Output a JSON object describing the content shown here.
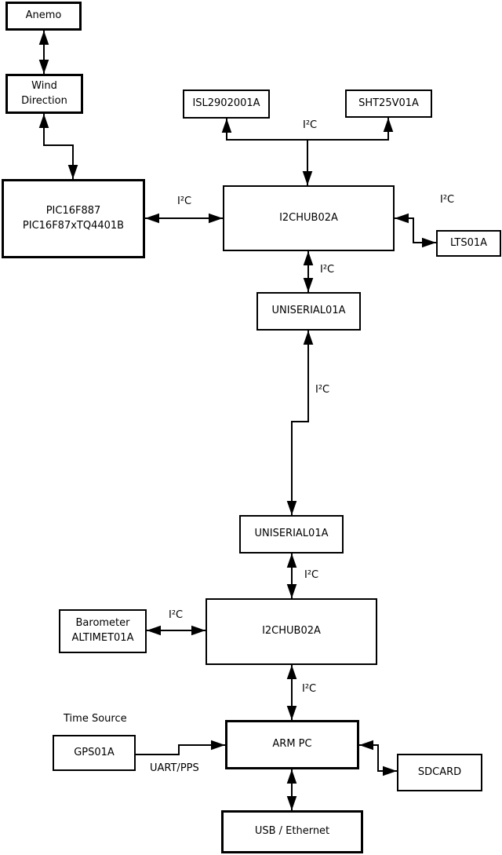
{
  "colors": {
    "background": "#ffffff",
    "line": "#000000",
    "text": "#000000"
  },
  "boxes": {
    "anemo": {
      "label": "Anemo"
    },
    "wind_direction": {
      "line1": "Wind",
      "line2": "Direction"
    },
    "pic": {
      "line1": "PIC16F887",
      "line2": "PIC16F87xTQ4401B"
    },
    "isl": {
      "label": "ISL2902001A"
    },
    "sht": {
      "label": "SHT25V01A"
    },
    "i2c_hub_top": {
      "label": "I2CHUB02A"
    },
    "lts": {
      "label": "LTS01A"
    },
    "uniserial_top": {
      "label": "UNISERIAL01A"
    },
    "uniserial_bottom": {
      "label": "UNISERIAL01A"
    },
    "barometer": {
      "line1": "Barometer",
      "line2": "ALTIMET01A"
    },
    "i2c_hub_bottom": {
      "label": "I2CHUB02A"
    },
    "gps": {
      "label": "GPS01A"
    },
    "arm_pc": {
      "label": "ARM PC"
    },
    "sdcard": {
      "label": "SDCARD"
    },
    "usb_ethernet": {
      "label": "USB / Ethernet"
    }
  },
  "labels": {
    "i2c": "I²C",
    "time_source": "Time Source",
    "uart_pps": "UART/PPS"
  }
}
